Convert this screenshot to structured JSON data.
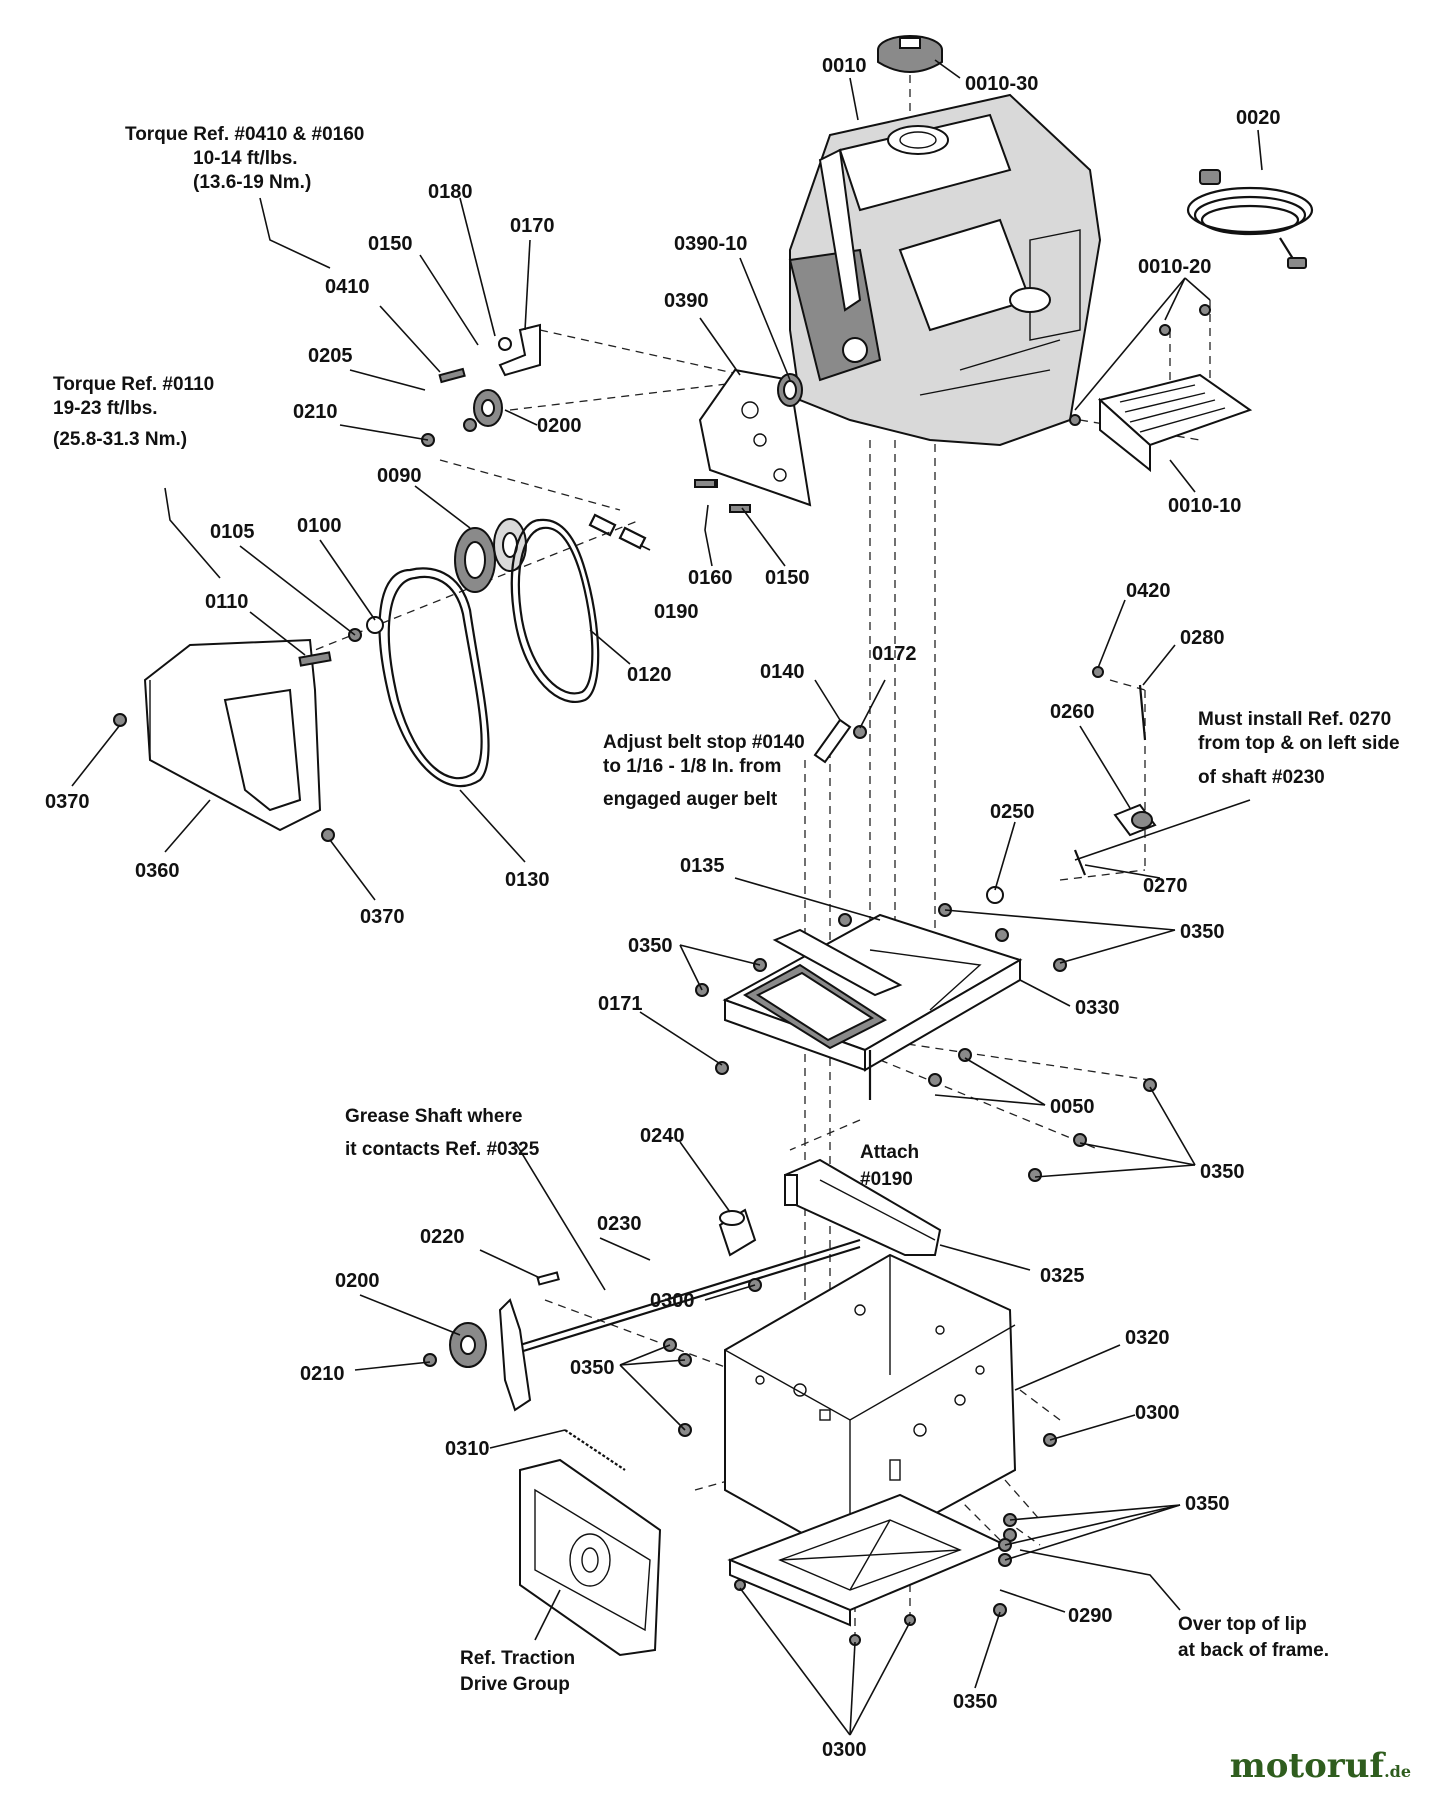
{
  "labels": {
    "p0010": "0010",
    "p0010_30": "0010-30",
    "p0020": "0020",
    "p0010_20": "0010-20",
    "p0010_10": "0010-10",
    "p0390_10": "0390-10",
    "p0390": "0390",
    "p0180": "0180",
    "p0170": "0170",
    "p0150a": "0150",
    "p0410": "0410",
    "p0205": "0205",
    "p0210a": "0210",
    "p0200a": "0200",
    "p0090": "0090",
    "p0105": "0105",
    "p0100": "0100",
    "p0110": "0110",
    "p0160": "0160",
    "p0150b": "0150",
    "p0190": "0190",
    "p0120": "0120",
    "p0370a": "0370",
    "p0360": "0360",
    "p0370b": "0370",
    "p0130": "0130",
    "p0140": "0140",
    "p0172": "0172",
    "p0420": "0420",
    "p0280": "0280",
    "p0260": "0260",
    "p0250": "0250",
    "p0270": "0270",
    "p0135": "0135",
    "p0350a": "0350",
    "p0350b": "0350",
    "p0171": "0171",
    "p0330": "0330",
    "p0050": "0050",
    "p0350c": "0350",
    "p0240": "0240",
    "p0230": "0230",
    "p0220": "0220",
    "p0200b": "0200",
    "p0300a": "0300",
    "p0325": "0325",
    "p0320": "0320",
    "p0350d": "0350",
    "p0210b": "0210",
    "p0300b": "0300",
    "p0310": "0310",
    "p0350e": "0350",
    "p0290": "0290",
    "p0350f": "0350",
    "p0300c": "0300"
  },
  "notes": {
    "torque_0410": [
      "Torque Ref. #0410 & #0160",
      "10-14 ft/lbs.",
      "(13.6-19 Nm.)"
    ],
    "torque_0110": [
      "Torque Ref. #0110",
      "19-23 ft/lbs.",
      "(25.8-31.3 Nm.)"
    ],
    "belt_stop": [
      "Adjust belt stop #0140",
      "to 1/16 - 1/8 In. from",
      "engaged auger belt"
    ],
    "must_install": [
      "Must install Ref. 0270",
      "from top & on left side",
      "of shaft #0230"
    ],
    "attach": [
      "Attach",
      "#0190"
    ],
    "grease": [
      "Grease Shaft where",
      "it contacts Ref. #0325"
    ],
    "traction": [
      "Ref. Traction",
      "Drive Group"
    ],
    "over_lip": [
      "Over top of lip",
      "at back of frame."
    ]
  },
  "watermark": {
    "name": "motoruf",
    "tld": ".de"
  }
}
